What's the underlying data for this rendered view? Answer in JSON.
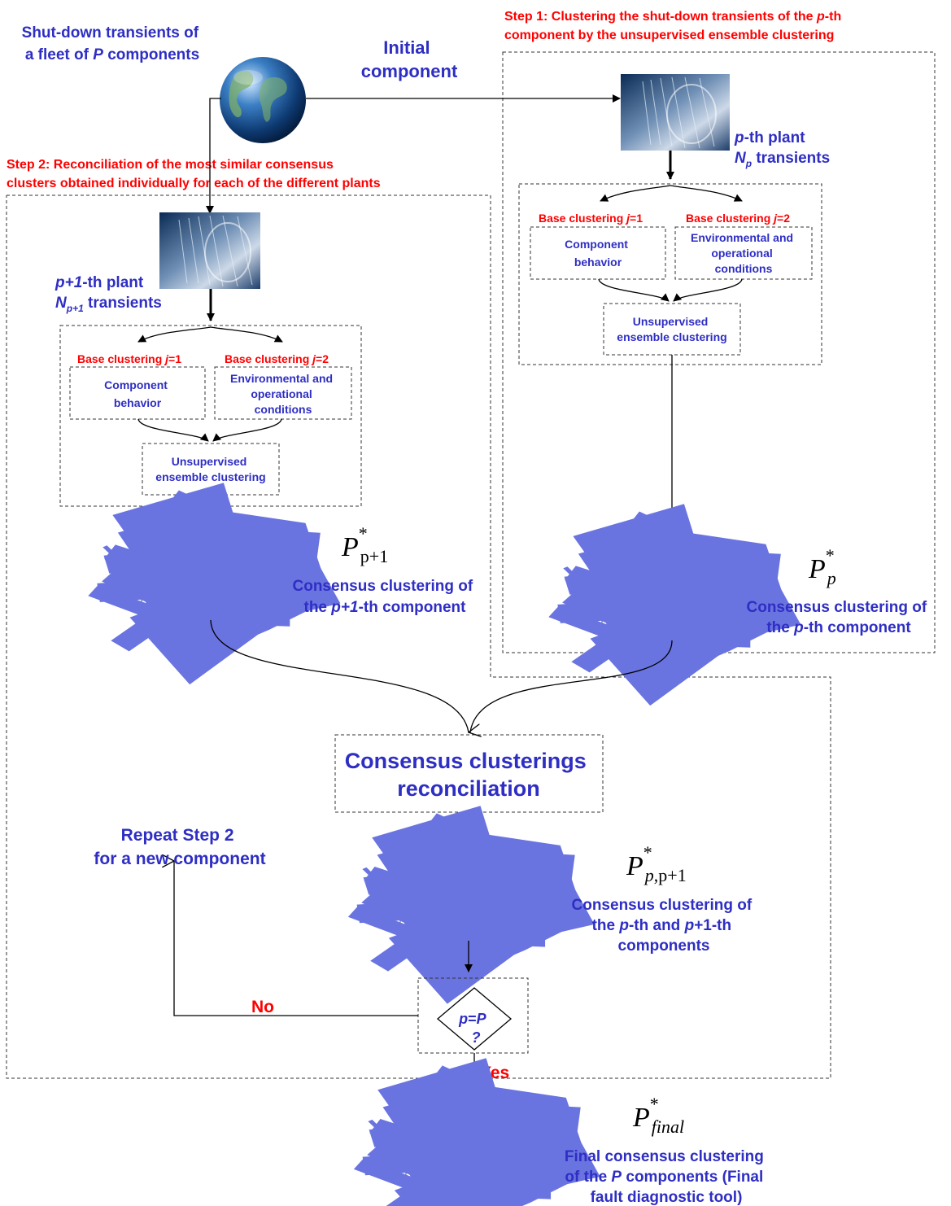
{
  "fleet_label": [
    "Shut-down transients of",
    "a fleet of ",
    "P",
    " components"
  ],
  "initial_component": [
    "Initial",
    "component"
  ],
  "step1": {
    "title_lines": [
      [
        "Step  1:  Clustering  the  shut-down  transients  of  the  ",
        "p",
        "-th"
      ],
      [
        "component  by  the  unsupervised  ensemble  clustering"
      ]
    ],
    "plant_label": [
      "p",
      "-th plant"
    ],
    "transients_label": [
      "N",
      "p",
      " transients"
    ],
    "base1_label": [
      "Base clustering ",
      "j",
      "=1"
    ],
    "base2_label": [
      "Base clustering ",
      "j",
      "=2"
    ],
    "box1_text": [
      "Component",
      "behavior"
    ],
    "box2_text": [
      "Environmental and",
      "operational",
      "conditions"
    ],
    "ensemble_text": [
      "Unsupervised",
      "ensemble clustering"
    ],
    "consensus_symbol": {
      "main": "P",
      "sup": "*",
      "sub": "p"
    },
    "consensus_caption": [
      [
        "Consensus clustering of"
      ],
      [
        "the ",
        "p",
        "-th component"
      ]
    ]
  },
  "step2": {
    "title_lines": [
      "Step  2:  Reconciliation  of  the  most  similar  consensus",
      "clusters obtained individually for each of the different plants"
    ],
    "plant_label": [
      "p+1",
      "-th plant"
    ],
    "transients_label": [
      "N",
      "p+1",
      " transients"
    ],
    "base1_label": [
      "Base clustering ",
      "j",
      "=1"
    ],
    "base2_label": [
      "Base clustering ",
      "j",
      "=2"
    ],
    "box1_text": [
      "Component",
      "behavior"
    ],
    "box2_text": [
      "Environmental and",
      "operational",
      "conditions"
    ],
    "ensemble_text": [
      "Unsupervised",
      "ensemble clustering"
    ],
    "consensus_symbol": {
      "main": "P",
      "sup": "*",
      "sub": "p+1"
    },
    "consensus_caption": [
      [
        "Consensus clustering of"
      ],
      [
        "the ",
        "p+1",
        "-th component"
      ]
    ]
  },
  "reconciliation": [
    "Consensus clusterings",
    "reconciliation"
  ],
  "merged_symbol": {
    "main": "P",
    "sup": "*",
    "sub": "p",
    "sub2": ",p+1"
  },
  "merged_caption": [
    [
      "Consensus clustering of"
    ],
    [
      "the ",
      "p",
      "-th and ",
      "p",
      "+1-th"
    ],
    [
      "components"
    ]
  ],
  "decision": {
    "text": [
      "p",
      "=",
      "P",
      "?"
    ],
    "no_label": "No",
    "yes_label": "Yes"
  },
  "repeat_label": [
    "Repeat Step 2",
    "for a new component"
  ],
  "final_symbol": {
    "main": "P",
    "sup": "*",
    "sub": "final"
  },
  "final_caption": [
    [
      "Final consensus clustering"
    ],
    [
      "of the ",
      "P",
      " components (Final"
    ],
    [
      "fault diagnostic tool)"
    ]
  ],
  "colors": {
    "text_blue": "#2e2ec4",
    "text_red": "#ff0000",
    "voronoi": "#6a74e0"
  },
  "icons": [
    "globe-icon",
    "turbine-image",
    "voronoi-plot"
  ]
}
